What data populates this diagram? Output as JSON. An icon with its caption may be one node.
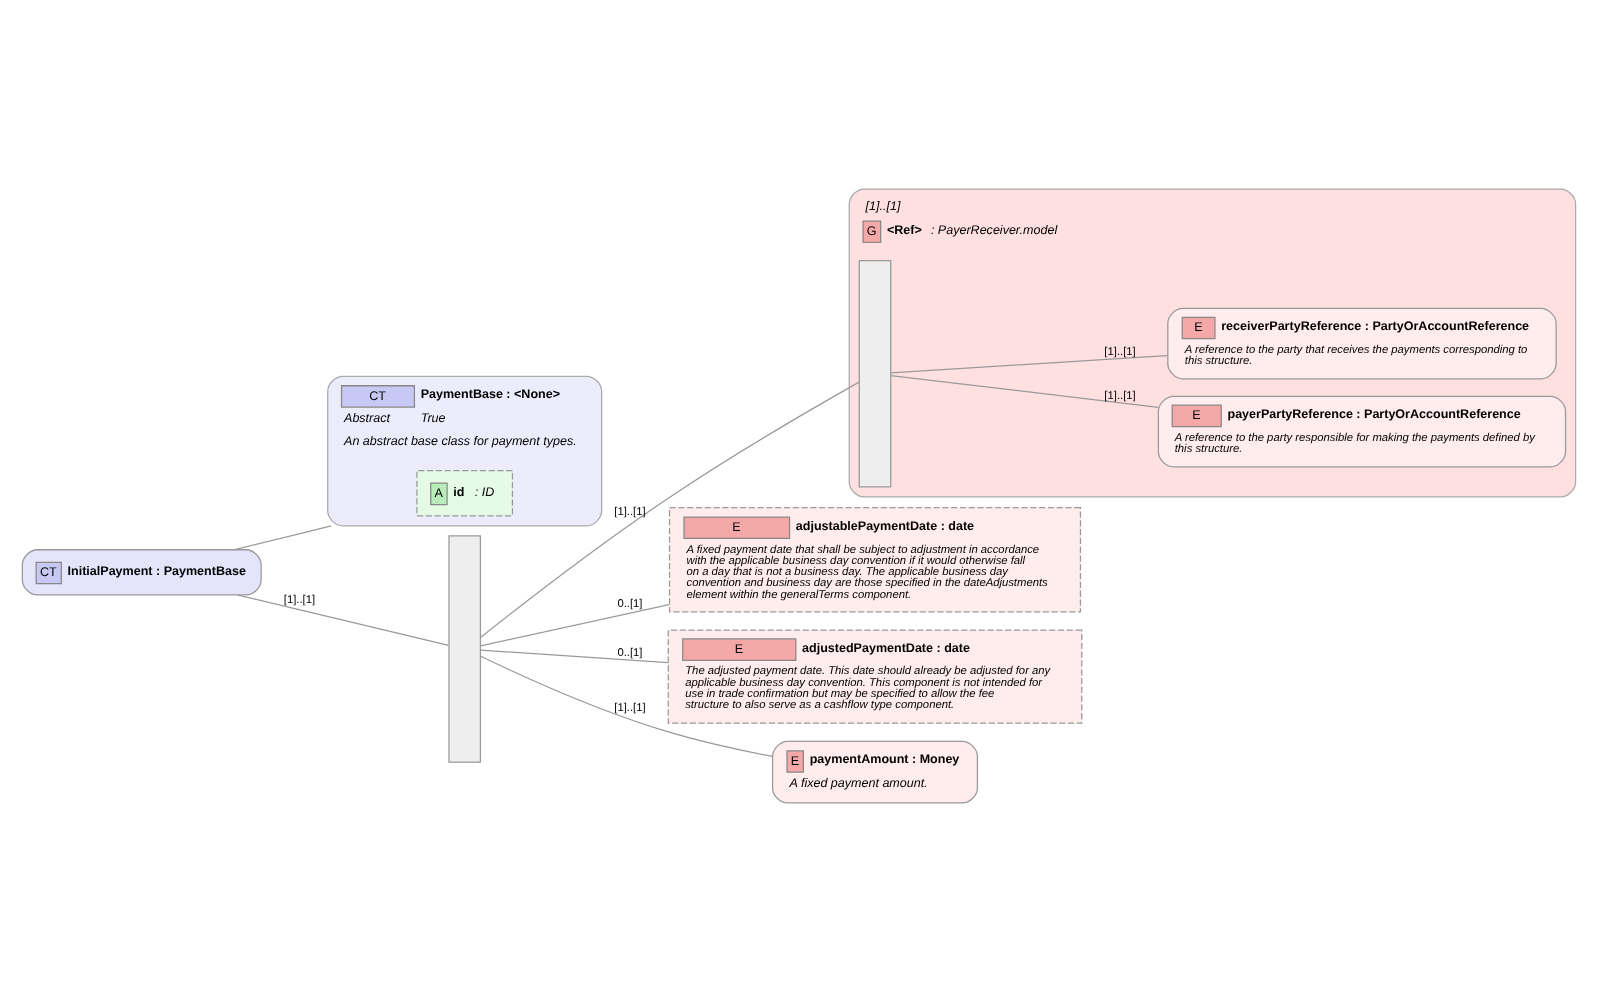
{
  "diagram": {
    "nodes": [
      {
        "text": [
          "CT",
          "InitialPayment : PaymentBase"
        ]
      },
      {
        "text": [
          "CT",
          "PaymentBase : <None>",
          "Abstract",
          "True",
          "An abstract base class for payment types."
        ]
      },
      {
        "text": [
          "A",
          "id",
          ": ID"
        ],
        "in": 1
      },
      {
        "text": [],
        "shape": "bar"
      },
      {
        "text": [
          "G",
          "<Ref>",
          ": PayerReceiver.model"
        ],
        "beside": [
          "[1]..[1]"
        ]
      },
      {
        "text": [],
        "shape": "bar",
        "in": 4
      },
      {
        "text": [
          "E",
          "payerPartyReference : PartyOrAccountReference",
          "A reference to the party responsible for making the payments defined by this structure."
        ],
        "in": 4
      },
      {
        "text": [
          "E",
          "receiverPartyReference : PartyOrAccountReference",
          "A reference to the party that receives the payments corresponding to this structure."
        ],
        "in": 4
      },
      {
        "text": [
          "E",
          "adjustablePaymentDate : date",
          "A fixed payment date that shall be subject to adjustment in accordance with the applicable business day convention if it would otherwise fall on a day that is not a business day. The applicable business day convention and business day are those specified in the dateAdjustments element within the generalTerms component."
        ]
      },
      {
        "text": [
          "E",
          "adjustedPaymentDate : date",
          "The adjusted payment date. This date should already be adjusted for any applicable business day convention. This component is not intended for use in trade confirmation but may be specified to allow the fee structure to also serve as a cashflow type component."
        ]
      },
      {
        "text": [
          "E",
          "paymentAmount : Money",
          "A fixed payment amount."
        ]
      }
    ],
    "edges": [
      {
        "from": 0,
        "to": 1,
        "arrow": "none"
      },
      {
        "from": 0,
        "to": 3,
        "arrow": "none",
        "label": "[1]..[1]"
      },
      {
        "from": 3,
        "to": 5,
        "arrow": "none",
        "label": "[1]..[1]"
      },
      {
        "from": 5,
        "to": 6,
        "arrow": "none",
        "label": "[1]..[1]"
      },
      {
        "from": 5,
        "to": 7,
        "arrow": "none",
        "label": "[1]..[1]"
      },
      {
        "from": 3,
        "to": 8,
        "arrow": "none",
        "label": "0..[1]"
      },
      {
        "from": 3,
        "to": 9,
        "arrow": "none",
        "label": "0..[1]"
      },
      {
        "from": 3,
        "to": 10,
        "arrow": "none",
        "label": "[1]..[1]"
      }
    ]
  }
}
